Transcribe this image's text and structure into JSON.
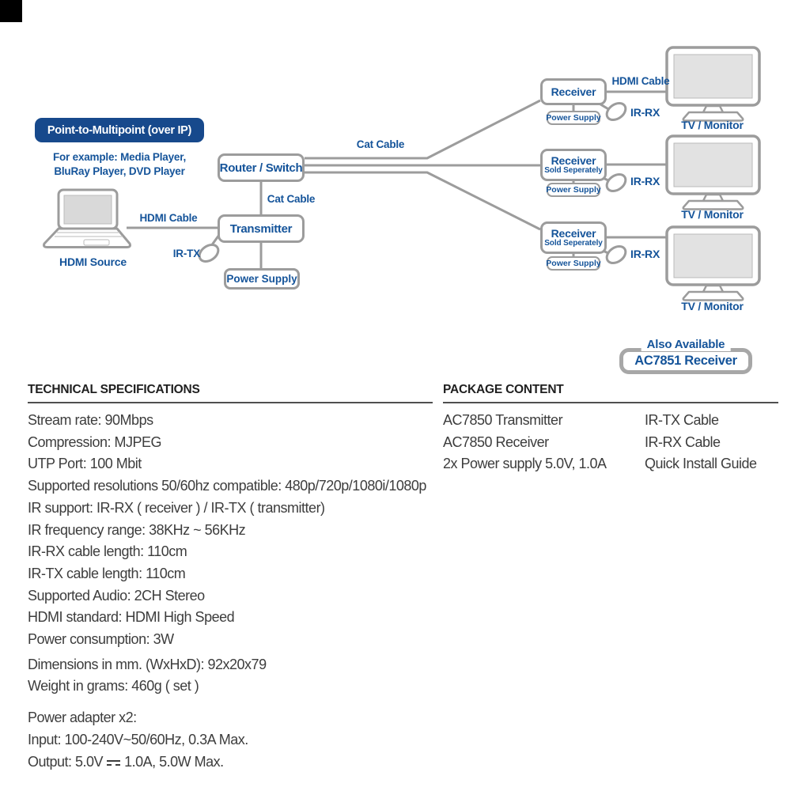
{
  "colors": {
    "blue": "#15549a",
    "navy": "#17498c",
    "gray": "#9c9c9c",
    "text_dark": "#3d3d3d",
    "heading": "#1f1f1f"
  },
  "diagram": {
    "badge": "Point-to-Multipoint (over IP)",
    "example_line1": "For example: Media Player,",
    "example_line2": "BluRay Player, DVD Player",
    "source_label": "HDMI Source",
    "hdmi_cable_left": "HDMI Cable",
    "hdmi_cable_right": "HDMI Cable",
    "cat_cable_top": "Cat Cable",
    "cat_cable_mid": "Cat Cable",
    "ir_tx_label": "IR-TX",
    "router_label": "Router / Switch",
    "transmitter_label": "Transmitter",
    "power_supply_label": "Power Supply",
    "receivers": [
      {
        "title": "Receiver",
        "power": "Power Supply",
        "ir": "IR-RX",
        "tv": "TV / Monitor"
      },
      {
        "title": "Receiver",
        "subtitle": "Sold Seperately",
        "power": "Power Supply",
        "ir": "IR-RX",
        "tv": "TV / Monitor"
      },
      {
        "title": "Receiver",
        "subtitle": "Sold Seperately",
        "power": "Power Supply",
        "ir": "IR-RX",
        "tv": "TV / Monitor"
      }
    ],
    "also_available": {
      "tag": "Also Available",
      "product": "AC7851 Receiver"
    }
  },
  "specs": {
    "heading": "TECHNICAL SPECIFICATIONS",
    "lines": [
      "Stream rate: 90Mbps",
      "Compression: MJPEG",
      "UTP Port: 100 Mbit",
      "Supported resolutions 50/60hz compatible: 480p/720p/1080i/1080p",
      "IR support: IR-RX ( receiver ) / IR-TX ( transmitter)",
      "IR frequency range: 38KHz ~ 56KHz",
      "IR-RX cable length: 110cm",
      "IR-TX cable length: 110cm",
      "Supported Audio: 2CH Stereo",
      "HDMI standard: HDMI High Speed",
      "Power consumption: 3W",
      "Dimensions in mm. (WxHxD): 92x20x79",
      "Weight in grams: 460g ( set )"
    ],
    "power": {
      "adapter": "Power adapter x2:",
      "input": "Input: 100-240V~50/60Hz, 0.3A Max.",
      "output_prefix": "Output: 5.0V",
      "output_suffix": "1.0A, 5.0W Max."
    }
  },
  "package": {
    "heading": "PACKAGE CONTENT",
    "col1": [
      "AC7850 Transmitter",
      "AC7850 Receiver",
      "2x Power supply 5.0V, 1.0A"
    ],
    "col2": [
      "IR-TX Cable",
      "IR-RX Cable",
      "Quick Install Guide"
    ]
  }
}
